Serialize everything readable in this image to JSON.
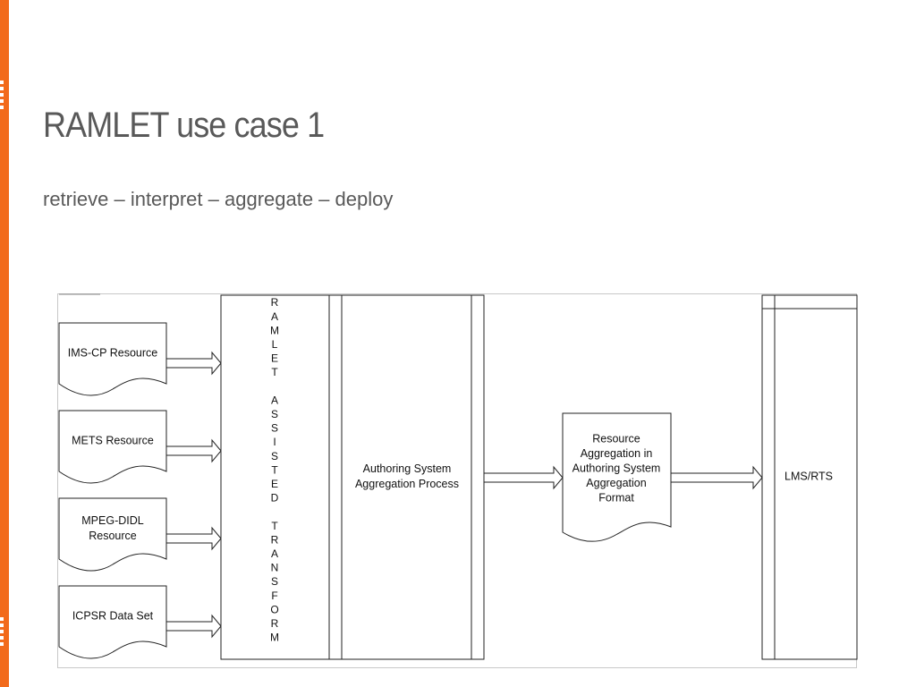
{
  "slide": {
    "title": "RAMLET use case 1",
    "subtitle": "retrieve – interpret – aggregate – deploy"
  },
  "colors": {
    "accent": "#f26a1b",
    "heading_text": "#595959",
    "diagram_line": "#222222"
  },
  "diagram": {
    "sources": [
      {
        "lines": [
          "IMS-CP Resource"
        ]
      },
      {
        "lines": [
          "METS Resource"
        ]
      },
      {
        "lines": [
          "MPEG-DIDL",
          "Resource"
        ]
      },
      {
        "lines": [
          "ICPSR Data Set"
        ]
      }
    ],
    "ramlet_letters": [
      "R",
      "A",
      "M",
      "L",
      "E",
      "T",
      "",
      "A",
      "S",
      "S",
      "I",
      "S",
      "T",
      "E",
      "D",
      "",
      "T",
      "R",
      "A",
      "N",
      "S",
      "F",
      "O",
      "R",
      "M"
    ],
    "aggregation_process": [
      "Authoring System",
      "Aggregation Process"
    ],
    "aggregation_document": [
      "Resource",
      "Aggregation in",
      "Authoring System",
      "Aggregation",
      "Format"
    ],
    "target": [
      "LMS/RTS"
    ]
  }
}
